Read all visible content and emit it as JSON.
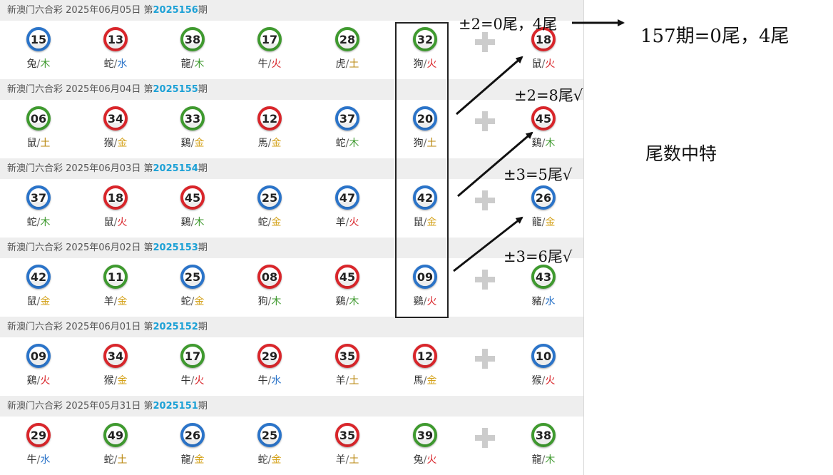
{
  "draws": [
    {
      "lottery": "新澳门六合彩",
      "date": "2025年06月05日",
      "period_prefix": "第",
      "period": "2025156",
      "period_suffix": "期",
      "balls": [
        {
          "n": "15",
          "c": "blue",
          "z": "兔",
          "e": "木"
        },
        {
          "n": "13",
          "c": "red",
          "z": "蛇",
          "e": "水"
        },
        {
          "n": "38",
          "c": "green",
          "z": "龍",
          "e": "木"
        },
        {
          "n": "17",
          "c": "green",
          "z": "牛",
          "e": "火"
        },
        {
          "n": "28",
          "c": "green",
          "z": "虎",
          "e": "土"
        },
        {
          "n": "32",
          "c": "green",
          "z": "狗",
          "e": "火"
        }
      ],
      "special": {
        "n": "18",
        "c": "red",
        "z": "鼠",
        "e": "火"
      }
    },
    {
      "lottery": "新澳门六合彩",
      "date": "2025年06月04日",
      "period_prefix": "第",
      "period": "2025155",
      "period_suffix": "期",
      "balls": [
        {
          "n": "06",
          "c": "green",
          "z": "鼠",
          "e": "土"
        },
        {
          "n": "34",
          "c": "red",
          "z": "猴",
          "e": "金"
        },
        {
          "n": "33",
          "c": "green",
          "z": "鷄",
          "e": "金"
        },
        {
          "n": "12",
          "c": "red",
          "z": "馬",
          "e": "金"
        },
        {
          "n": "37",
          "c": "blue",
          "z": "蛇",
          "e": "木"
        },
        {
          "n": "20",
          "c": "blue",
          "z": "狗",
          "e": "土"
        }
      ],
      "special": {
        "n": "45",
        "c": "red",
        "z": "鷄",
        "e": "木"
      }
    },
    {
      "lottery": "新澳门六合彩",
      "date": "2025年06月03日",
      "period_prefix": "第",
      "period": "2025154",
      "period_suffix": "期",
      "balls": [
        {
          "n": "37",
          "c": "blue",
          "z": "蛇",
          "e": "木"
        },
        {
          "n": "18",
          "c": "red",
          "z": "鼠",
          "e": "火"
        },
        {
          "n": "45",
          "c": "red",
          "z": "鷄",
          "e": "木"
        },
        {
          "n": "25",
          "c": "blue",
          "z": "蛇",
          "e": "金"
        },
        {
          "n": "47",
          "c": "blue",
          "z": "羊",
          "e": "火"
        },
        {
          "n": "42",
          "c": "blue",
          "z": "鼠",
          "e": "金"
        }
      ],
      "special": {
        "n": "26",
        "c": "blue",
        "z": "龍",
        "e": "金"
      }
    },
    {
      "lottery": "新澳门六合彩",
      "date": "2025年06月02日",
      "period_prefix": "第",
      "period": "2025153",
      "period_suffix": "期",
      "balls": [
        {
          "n": "42",
          "c": "blue",
          "z": "鼠",
          "e": "金"
        },
        {
          "n": "11",
          "c": "green",
          "z": "羊",
          "e": "金"
        },
        {
          "n": "25",
          "c": "blue",
          "z": "蛇",
          "e": "金"
        },
        {
          "n": "08",
          "c": "red",
          "z": "狗",
          "e": "木"
        },
        {
          "n": "45",
          "c": "red",
          "z": "鷄",
          "e": "木"
        },
        {
          "n": "09",
          "c": "blue",
          "z": "鷄",
          "e": "火"
        }
      ],
      "special": {
        "n": "43",
        "c": "green",
        "z": "豬",
        "e": "水"
      }
    },
    {
      "lottery": "新澳门六合彩",
      "date": "2025年06月01日",
      "period_prefix": "第",
      "period": "2025152",
      "period_suffix": "期",
      "balls": [
        {
          "n": "09",
          "c": "blue",
          "z": "鷄",
          "e": "火"
        },
        {
          "n": "34",
          "c": "red",
          "z": "猴",
          "e": "金"
        },
        {
          "n": "17",
          "c": "green",
          "z": "牛",
          "e": "火"
        },
        {
          "n": "29",
          "c": "red",
          "z": "牛",
          "e": "水"
        },
        {
          "n": "35",
          "c": "red",
          "z": "羊",
          "e": "土"
        },
        {
          "n": "12",
          "c": "red",
          "z": "馬",
          "e": "金"
        }
      ],
      "special": {
        "n": "10",
        "c": "blue",
        "z": "猴",
        "e": "火"
      }
    },
    {
      "lottery": "新澳门六合彩",
      "date": "2025年05月31日",
      "period_prefix": "第",
      "period": "2025151",
      "period_suffix": "期",
      "balls": [
        {
          "n": "29",
          "c": "red",
          "z": "牛",
          "e": "水"
        },
        {
          "n": "49",
          "c": "green",
          "z": "蛇",
          "e": "土"
        },
        {
          "n": "26",
          "c": "blue",
          "z": "龍",
          "e": "金"
        },
        {
          "n": "25",
          "c": "blue",
          "z": "蛇",
          "e": "金"
        },
        {
          "n": "35",
          "c": "red",
          "z": "羊",
          "e": "土"
        },
        {
          "n": "39",
          "c": "green",
          "z": "兔",
          "e": "火"
        }
      ],
      "special": {
        "n": "38",
        "c": "green",
        "z": "龍",
        "e": "木"
      }
    }
  ],
  "annotations": {
    "note1": "±2=0尾，4尾",
    "note2": "±2=8尾√",
    "note3": "±3=5尾√",
    "note4": "±3=6尾√",
    "prediction": "157期=0尾，4尾",
    "summary": "尾数中特"
  },
  "colors": {
    "period": "#1da1d6",
    "red": "#d9262b",
    "blue": "#2b74c9",
    "green": "#3f9a2f",
    "gold": "#d4a21a"
  }
}
